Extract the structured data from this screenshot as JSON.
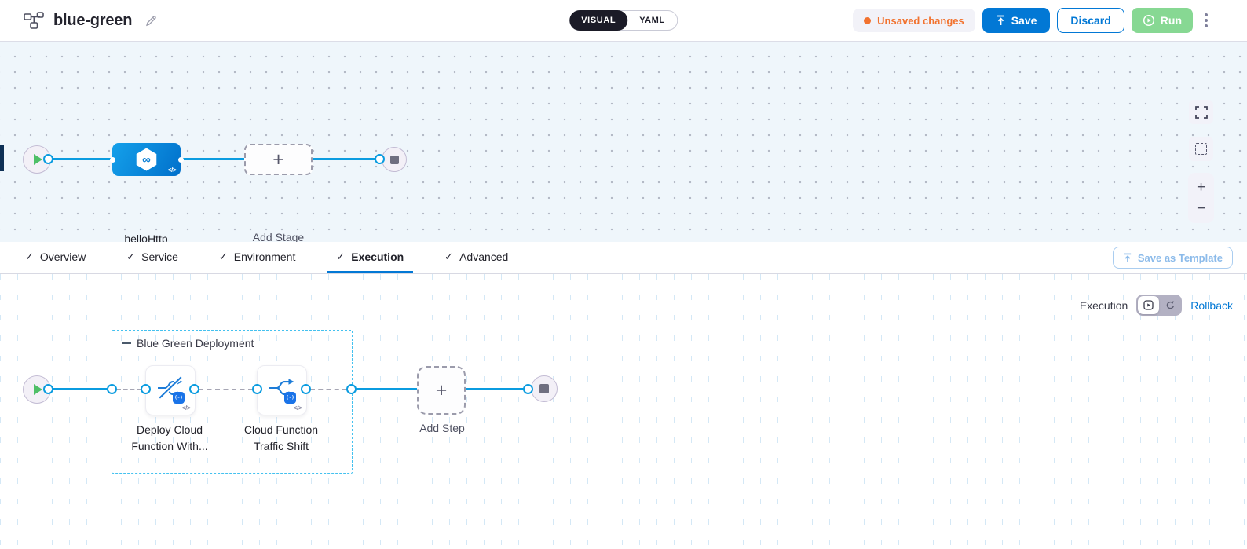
{
  "header": {
    "title": "blue-green",
    "visual_label": "VISUAL",
    "yaml_label": "YAML",
    "unsaved_label": "Unsaved changes",
    "save_label": "Save",
    "discard_label": "Discard",
    "run_label": "Run"
  },
  "pipeline": {
    "stage_name": "helloHttp",
    "add_stage_label": "Add Stage"
  },
  "tabs": {
    "items": [
      {
        "label": "Overview"
      },
      {
        "label": "Service"
      },
      {
        "label": "Environment"
      },
      {
        "label": "Execution"
      },
      {
        "label": "Advanced"
      }
    ],
    "active_tab": "Execution",
    "save_as_template_label": "Save as Template"
  },
  "execution": {
    "mode_label": "Execution",
    "rollback_label": "Rollback",
    "group_name": "Blue Green Deployment",
    "steps": [
      {
        "line1": "Deploy Cloud",
        "line2": "Function With...",
        "badge": "(-)"
      },
      {
        "line1": "Cloud Function",
        "line2": "Traffic Shift",
        "badge": "(-)"
      }
    ],
    "add_step_label": "Add Step"
  },
  "glyphs": {
    "plus": "+",
    "minus": "−",
    "check": "✓",
    "infinity": "∞",
    "code": "</>"
  },
  "colors": {
    "accent_blue": "#0278d5",
    "connector_blue": "#0b9ce0",
    "unsaved_orange": "#f2722e",
    "run_green": "#87d893",
    "group_border_cyan": "#44c1ef",
    "stage_gradient_start": "#14a0ea",
    "stage_gradient_end": "#0170cb"
  }
}
